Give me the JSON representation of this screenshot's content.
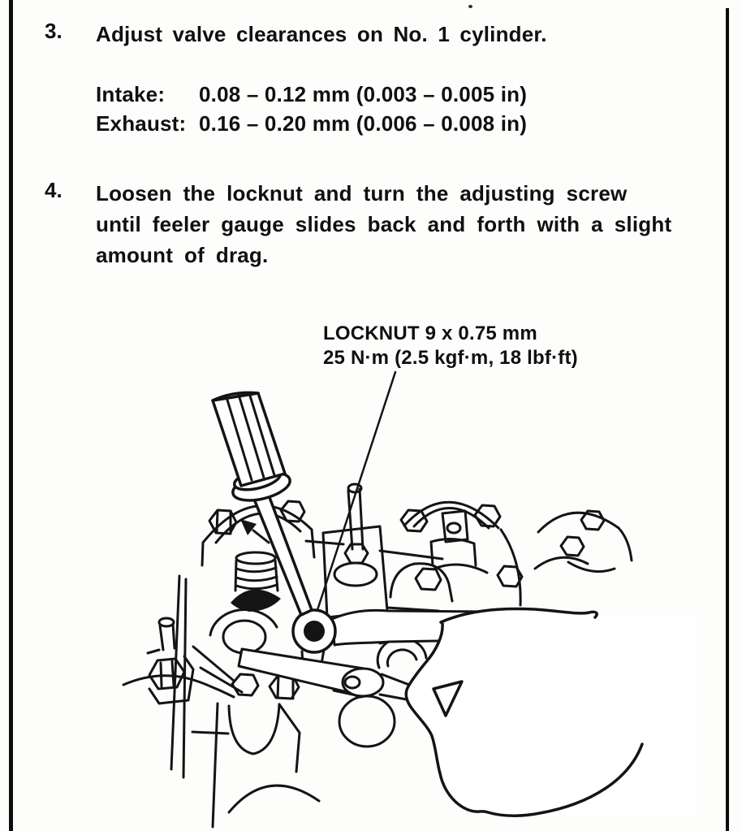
{
  "page": {
    "bg": "#fdfdfc",
    "ink": "#101010"
  },
  "steps": {
    "step3": {
      "number": "3.",
      "text": "Adjust valve clearances on No. 1 cylinder.",
      "specs": [
        {
          "label": "Intake:",
          "value": "0.08 – 0.12 mm (0.003 – 0.005 in)"
        },
        {
          "label": "Exhaust:",
          "value": "0.16 – 0.20 mm (0.006 – 0.008 in)"
        }
      ]
    },
    "step4": {
      "number": "4.",
      "text": "Loosen the locknut and turn the adjusting screw\nuntil feeler gauge slides back and forth with a slight\namount of drag."
    }
  },
  "figure": {
    "name": "valve-clearance-adjustment-illustration",
    "callout": {
      "line1": "LOCKNUT 9 x 0.75 mm",
      "line2": "25 N·m (2.5 kgf·m, 18 lbf·ft)"
    }
  }
}
